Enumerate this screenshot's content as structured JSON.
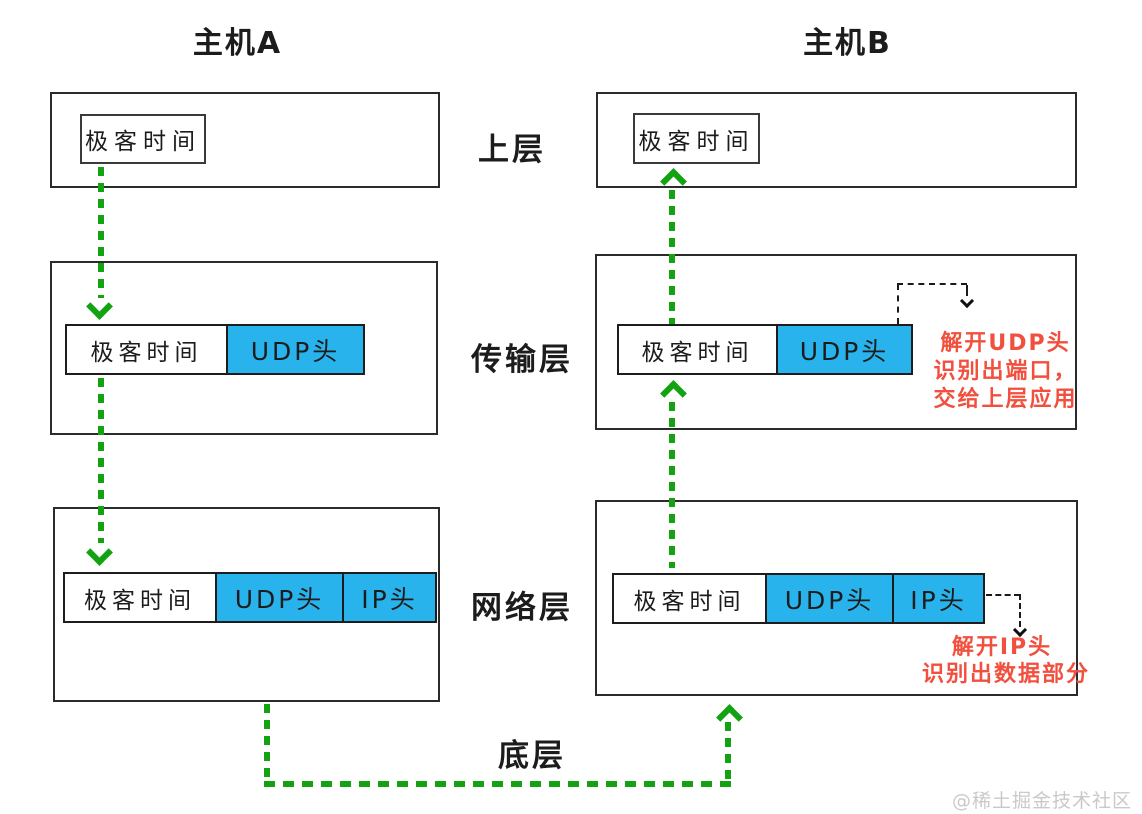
{
  "hosts": {
    "a": {
      "title": "主机A"
    },
    "b": {
      "title": "主机B"
    }
  },
  "layers": {
    "upper": "上层",
    "transport": "传输层",
    "network": "网络层",
    "bottom": "底层"
  },
  "packet": {
    "data": "极客时间",
    "udp_header": "UDP头",
    "ip_header": "IP头"
  },
  "annotations": {
    "udp_unpack": [
      "解开UDP头",
      "识别出端口，",
      "交给上层应用"
    ],
    "ip_unpack": [
      "解开IP头",
      "识别出数据部分"
    ]
  },
  "watermark": "@稀土掘金技术社区",
  "colors": {
    "header_fill_blue": "#29B3EC",
    "arrow_green": "#12A212",
    "annotation_red": "#F2503E",
    "box_border": "#2B2B2B",
    "watermark_gray": "#C9C9C9"
  }
}
